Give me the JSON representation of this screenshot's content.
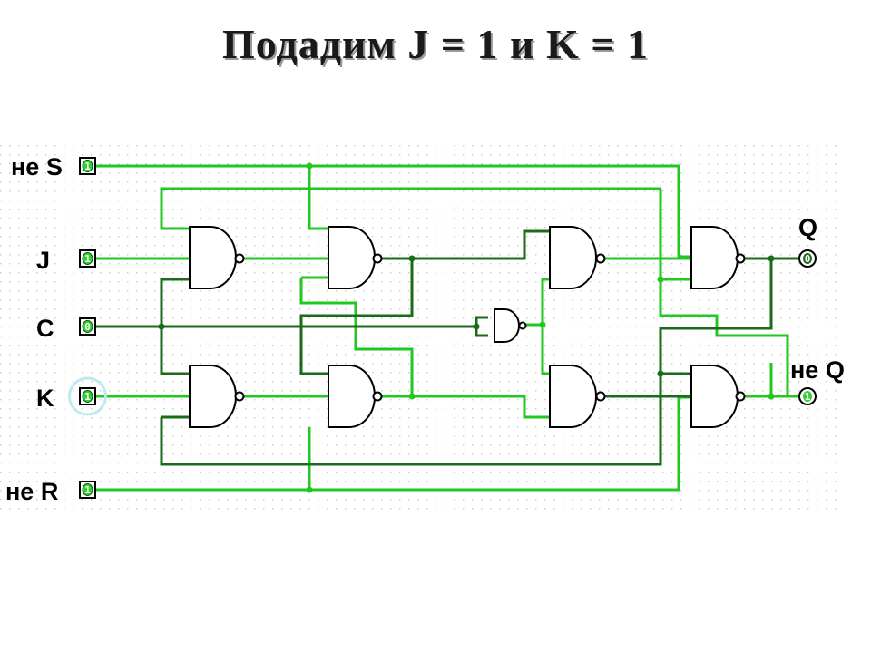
{
  "title": "Подадим J = 1 и K = 1",
  "inputs": [
    {
      "label": "не S",
      "value": "1"
    },
    {
      "label": "J",
      "value": "1"
    },
    {
      "label": "C",
      "value": "0"
    },
    {
      "label": "K",
      "value": "1"
    },
    {
      "label": "не R",
      "value": "1"
    }
  ],
  "outputs": [
    {
      "label": "Q",
      "value": "0"
    },
    {
      "label": "не Q",
      "value": "1"
    }
  ],
  "colors": {
    "signal_high": "#22c722",
    "signal_low": "#1a6b1a",
    "selection": "#bfe9f0"
  }
}
